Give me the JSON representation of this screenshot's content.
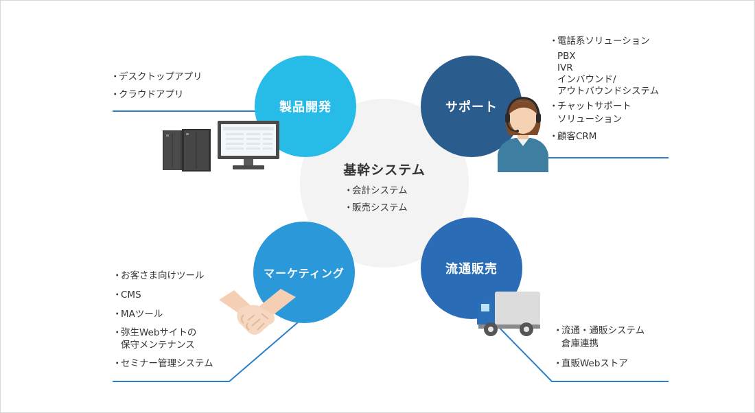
{
  "center": {
    "title": "基幹システム",
    "items": [
      "会計システム",
      "販売システム"
    ]
  },
  "nodes": {
    "product_dev": "製品開発",
    "support": "サポート",
    "marketing": "マーケティング",
    "distribution": "流通販売"
  },
  "product_dev_items": [
    "デスクトップアプリ",
    "クラウドアプリ"
  ],
  "support_items": {
    "telephony": "電話系ソリューション",
    "telephony_sub": [
      "PBX",
      "IVR",
      "インバウンド/",
      "アウトバウンドシステム"
    ],
    "chat": "チャットサポート",
    "chat_sub": "ソリューション",
    "crm": "顧客CRM"
  },
  "marketing_items": {
    "i1": "お客さま向けツール",
    "i2": "CMS",
    "i3": "MAツール",
    "i4": "弥生Webサイトの",
    "i4_sub": "保守メンテナンス",
    "i5": "セミナー管理システム"
  },
  "distribution_items": {
    "i1": "流通・通販システム",
    "i1_sub": "倉庫連携",
    "i2": "直販Webストア"
  },
  "bullet": "・",
  "icons": [
    "server-icon",
    "monitor-icon",
    "operator-icon",
    "handshake-icon",
    "truck-icon"
  ],
  "colors": {
    "product_dev": "#27bbe8",
    "support": "#2a5c8e",
    "marketing": "#2a98d9",
    "distribution": "#2a6db6",
    "line": "#2a7fc8"
  }
}
